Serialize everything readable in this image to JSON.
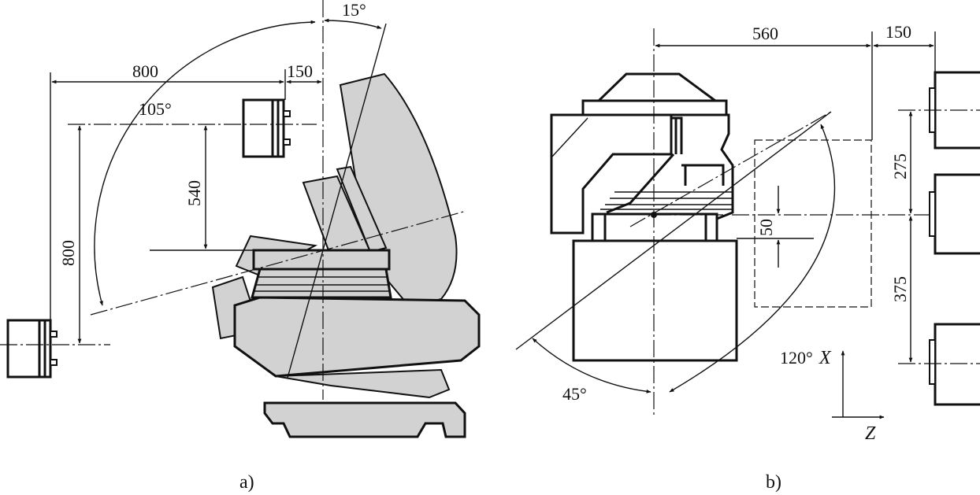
{
  "view_a": {
    "caption": "a)",
    "dims": {
      "d800_horizontal": "800",
      "d150": "150",
      "d15": "15°",
      "d105": "105°",
      "d540": "540",
      "d800_vertical": "800"
    }
  },
  "view_b": {
    "caption": "b)",
    "dims": {
      "d560": "560",
      "d150": "150",
      "d275": "275",
      "d50": "50",
      "d375": "375",
      "d120": "120°",
      "d45": "45°"
    },
    "axes": {
      "x": "X",
      "z": "Z"
    }
  }
}
